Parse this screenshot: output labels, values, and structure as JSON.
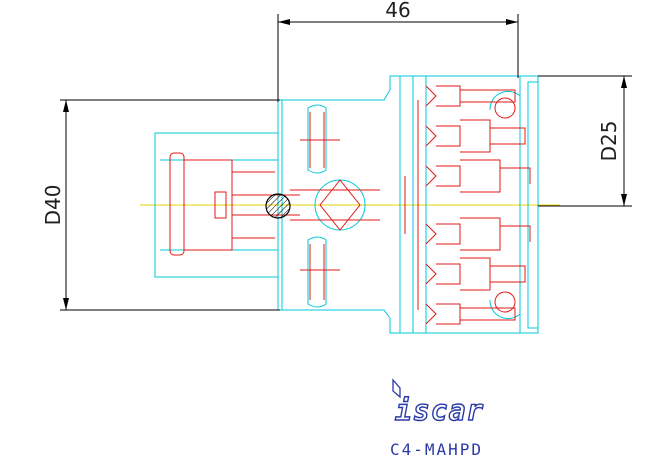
{
  "dimensions": {
    "length": "46",
    "shank_diameter": "D25",
    "body_diameter": "D40"
  },
  "brand": {
    "logo_text": "iscar",
    "color": "#2a3aa8"
  },
  "product": {
    "code": "C4-MAHPD"
  },
  "colors": {
    "outline": "#00c8d8",
    "hidden": "#e01818",
    "dimension": "#000000",
    "centerline": "#e8d000"
  }
}
